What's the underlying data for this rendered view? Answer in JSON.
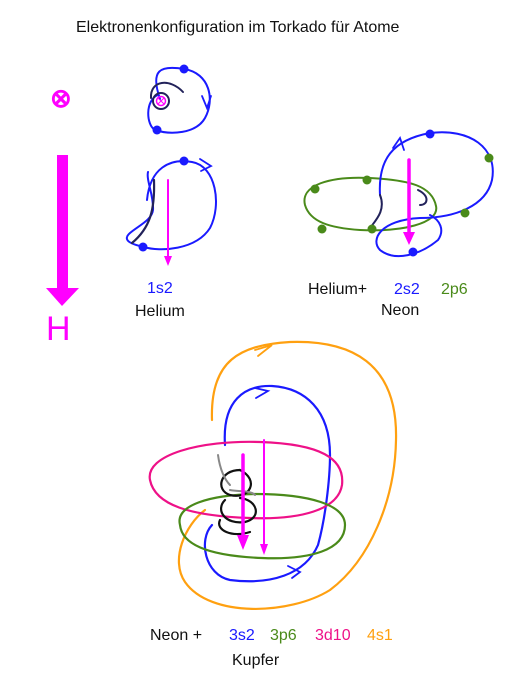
{
  "title": "Elektronenkonfiguration im Torkado  für  Atome",
  "symbols": {
    "field_symbol": "⊗",
    "field_letter": "H"
  },
  "helium": {
    "orbital": "1s2",
    "name": "Helium"
  },
  "neon": {
    "prefix": "Helium+",
    "orbital_2s": "2s2",
    "orbital_2p": "2p6",
    "name": "Neon"
  },
  "kupfer": {
    "prefix": "Neon +",
    "orbital_3s": "3s2",
    "orbital_3p": "3p6",
    "orbital_3d": "3d10",
    "orbital_4s": "4s1",
    "name": "Kupfer"
  },
  "colors": {
    "magenta": "#ff00ff",
    "blue": "#1a1aff",
    "green": "#4a8a1a",
    "pink": "#ee1188",
    "orange": "#ffa010",
    "navy": "#22225a",
    "black": "#111111"
  }
}
